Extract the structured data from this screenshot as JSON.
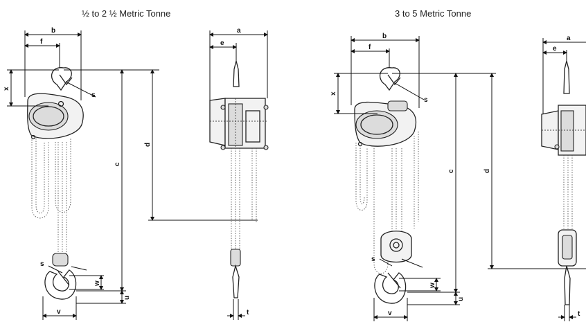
{
  "panels": [
    {
      "title": "½ to 2 ½ Metric Tonne"
    },
    {
      "title": "3 to 5 Metric Tonne"
    }
  ],
  "dimension_labels": {
    "a": "a",
    "b": "b",
    "c": "c",
    "d": "d",
    "e": "e",
    "f": "f",
    "s": "s",
    "t": "t",
    "u": "u",
    "v": "v",
    "w": "w",
    "x": "x"
  }
}
